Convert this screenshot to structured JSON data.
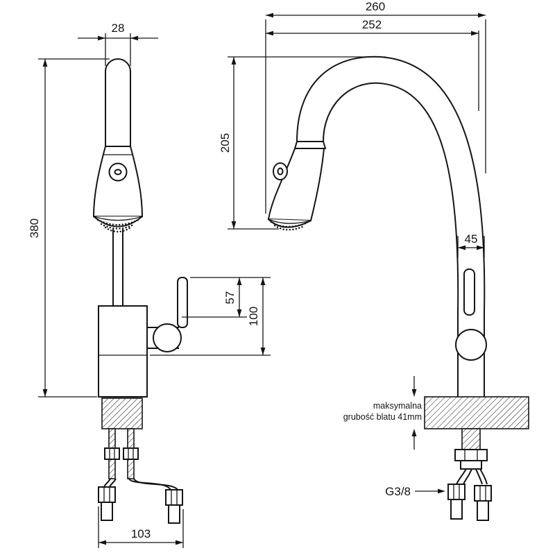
{
  "page": {
    "background": "#ffffff",
    "line_color": "#141414"
  },
  "front_view": {
    "spout_width_mm": "28",
    "total_height_mm": "380",
    "handle_upper_mm": "57",
    "handle_total_mm": "100",
    "hose_spread_mm": "103"
  },
  "side_view": {
    "overall_depth_mm": "260",
    "spout_reach_mm": "252",
    "spout_height_mm": "205",
    "body_depth_mm": "45",
    "counter_note_line1": "maksymalna",
    "counter_note_line2": "grubość blatu 41mm",
    "thread_label": "G3/8"
  }
}
